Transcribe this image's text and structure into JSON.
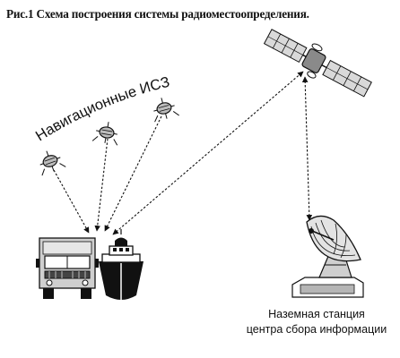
{
  "title": "Рис.1 Схема построения системы радиоместоопределения.",
  "labels": {
    "nav_satellites": "Навигационные ИСЗ",
    "ground_station_line1": "Наземная станция",
    "ground_station_line2": "центра сбора информации"
  },
  "icons": [
    "satellite-icon",
    "truck-icon",
    "ship-icon",
    "radar-dish-icon",
    "communication-satellite-icon"
  ]
}
